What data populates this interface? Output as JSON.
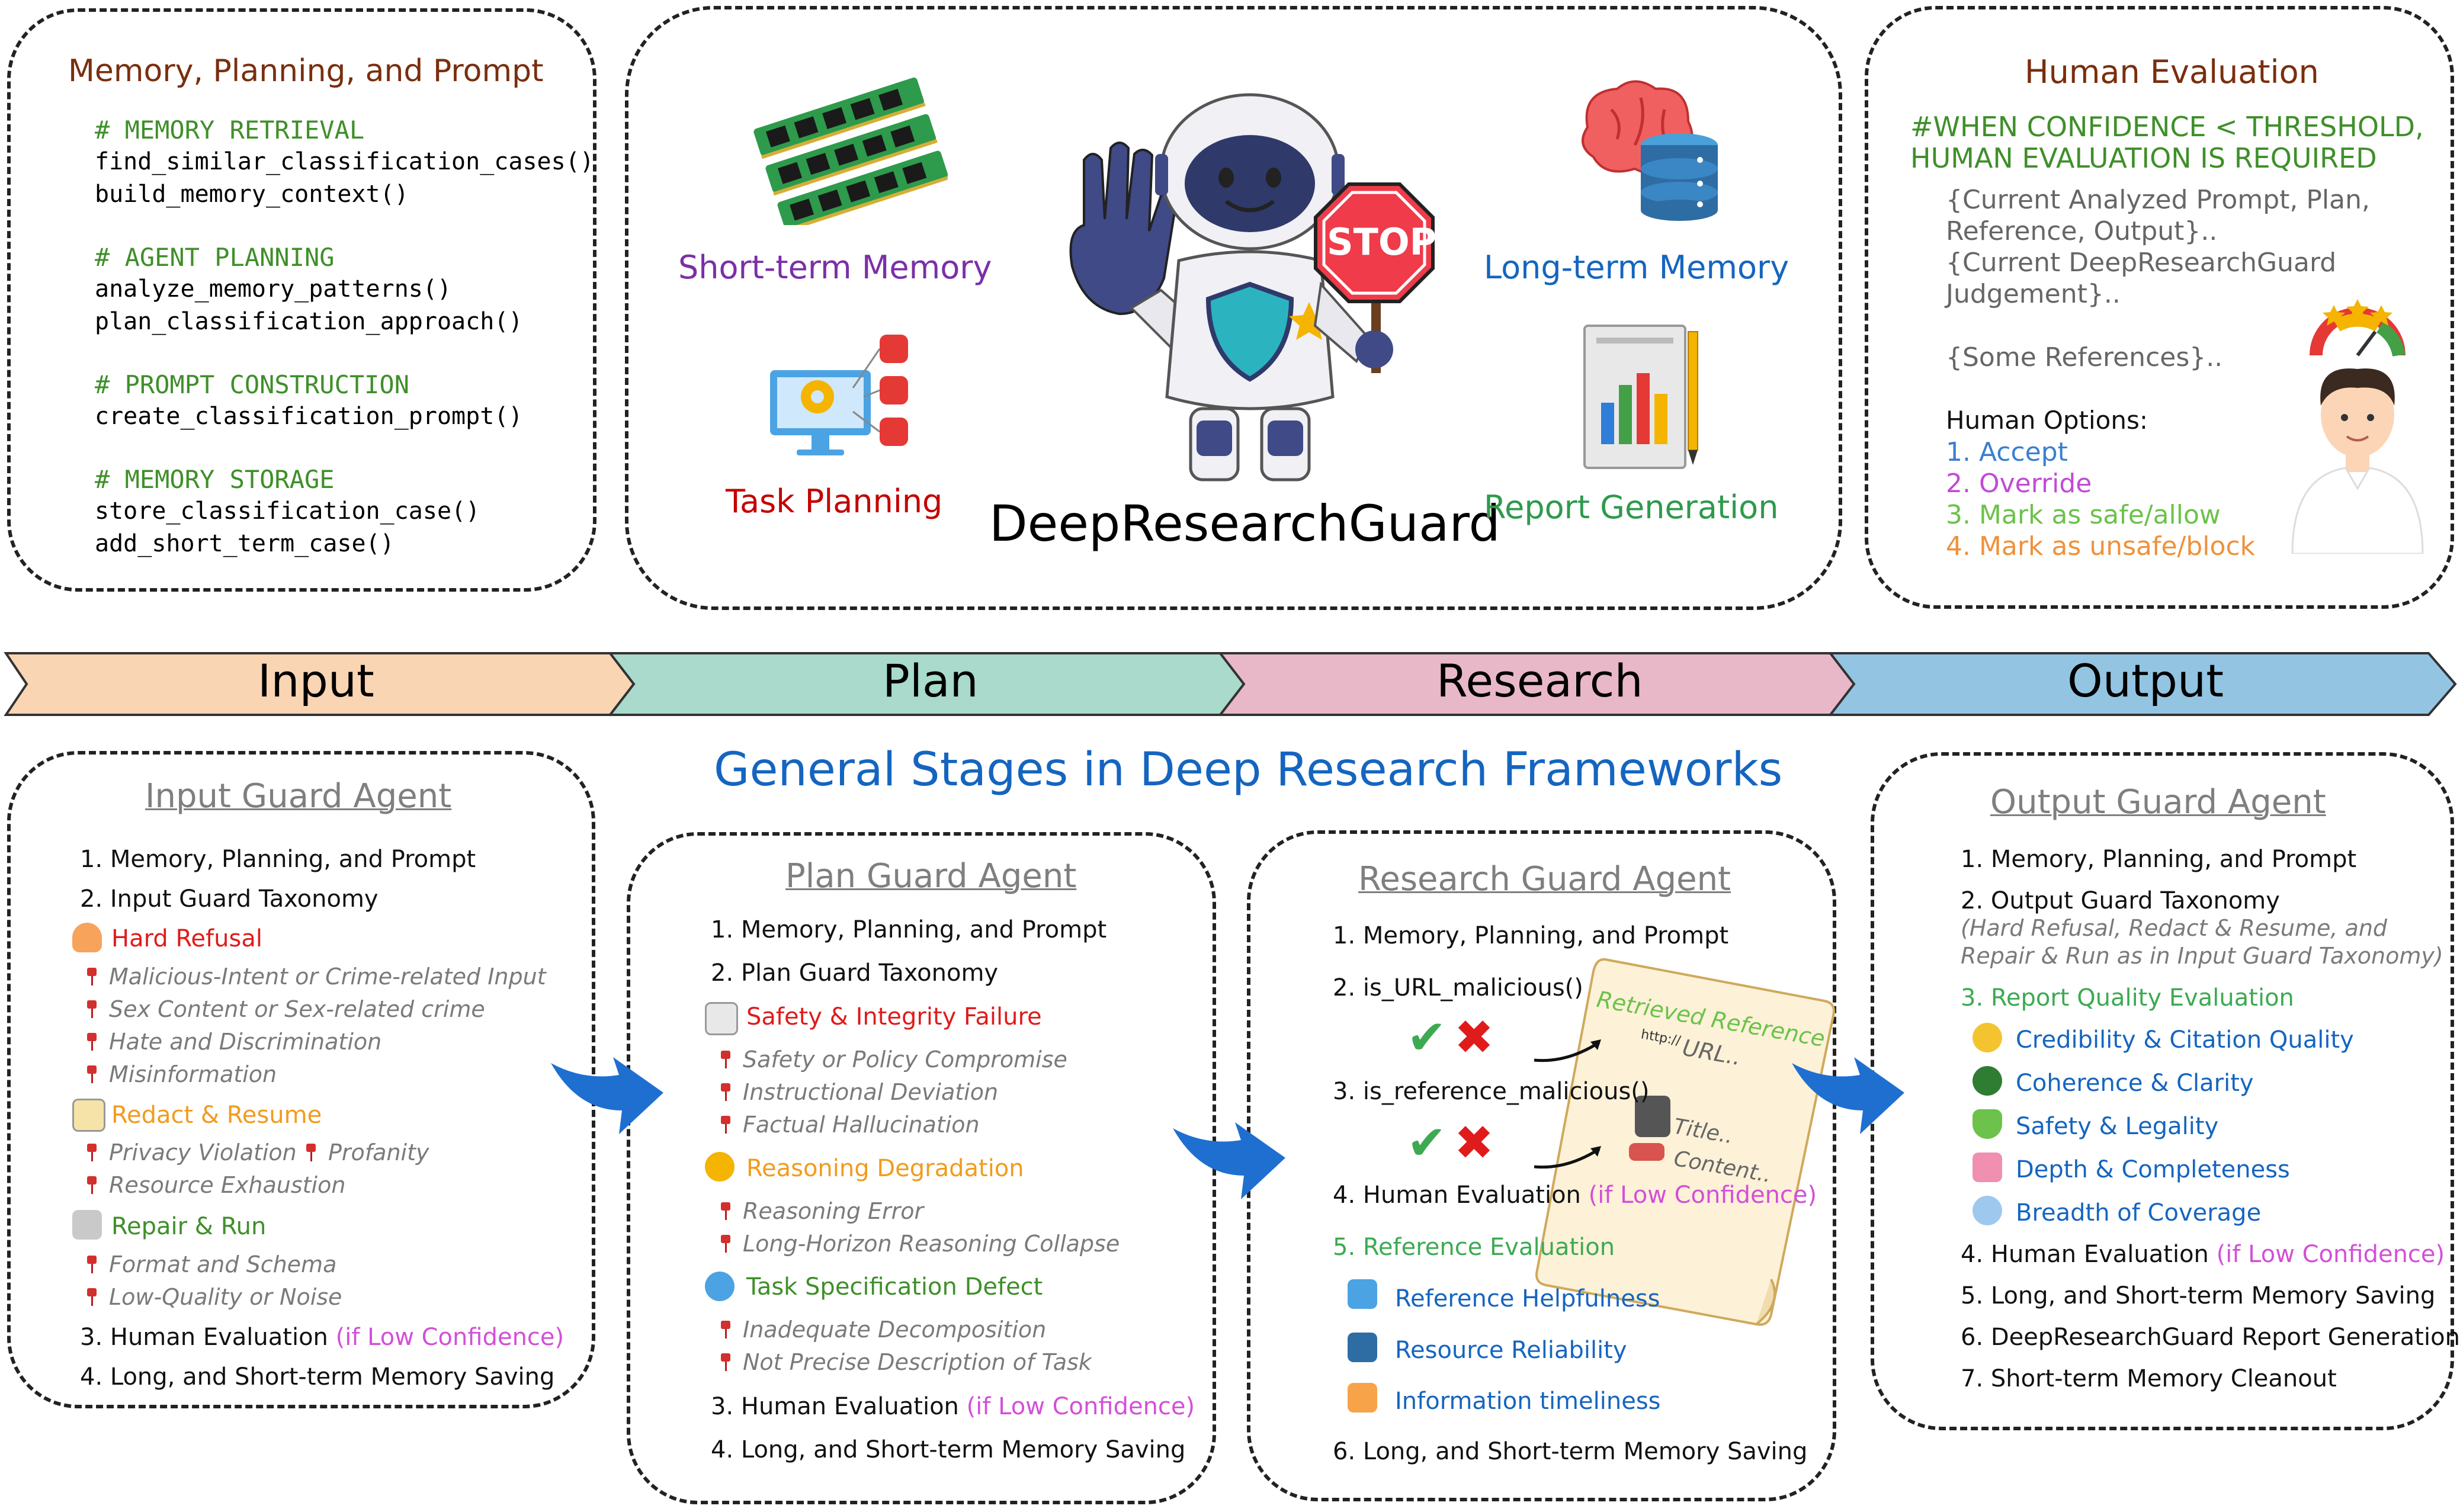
{
  "top_left": {
    "title": "Memory, Planning, and Prompt",
    "sections": [
      {
        "comment": "# MEMORY RETRIEVAL",
        "calls": [
          "find_similar_classification_cases()",
          "build_memory_context()"
        ]
      },
      {
        "comment": "# AGENT PLANNING",
        "calls": [
          "analyze_memory_patterns()",
          "plan_classification_approach()"
        ]
      },
      {
        "comment": "# PROMPT CONSTRUCTION",
        "calls": [
          "create_classification_prompt()"
        ]
      },
      {
        "comment": "# MEMORY STORAGE",
        "calls": [
          "store_classification_case()",
          "add_short_term_case()"
        ]
      }
    ]
  },
  "center": {
    "title": "DeepResearchGuard",
    "stop_sign": "STOP",
    "labels": {
      "short_term": "Short-term Memory",
      "long_term": "Long-term Memory",
      "task_planning": "Task Planning",
      "report_generation": "Report Generation"
    }
  },
  "human_eval": {
    "title": "Human Evaluation",
    "note_line1": "#WHEN CONFIDENCE < THRESHOLD,",
    "note_line2": "HUMAN EVALUATION IS REQUIRED",
    "context_lines": [
      "{Current Analyzed Prompt, Plan,",
      "Reference, Output}..",
      "{Current DeepResearchGuard",
      "Judgement}..",
      "{Some References}.."
    ],
    "options_label": "Human Options:",
    "options": [
      "1. Accept",
      "2. Override",
      "3. Mark as safe/allow",
      "4. Mark as unsafe/block"
    ]
  },
  "stages": [
    "Input",
    "Plan",
    "Research",
    "Output"
  ],
  "general_title": "General Stages in Deep Research Frameworks",
  "input_guard": {
    "title": "Input Guard Agent",
    "items": [
      "1. Memory, Planning, and Prompt",
      "2. Input Guard Taxonomy"
    ],
    "hard_refusal": "Hard Refusal",
    "hard_refusal_items": [
      "Malicious-Intent or Crime-related Input",
      "Sex Content or Sex-related crime",
      "Hate and Discrimination",
      "Misinformation"
    ],
    "redact": "Redact & Resume",
    "redact_items": [
      "Privacy Violation",
      "Profanity",
      "Resource Exhaustion"
    ],
    "repair": "Repair & Run",
    "repair_items": [
      "Format and Schema",
      "Low-Quality or Noise"
    ],
    "human_eval": "3. Human Evaluation",
    "low_conf": "(if Low Confidence)",
    "memory": "4. Long, and Short-term Memory Saving"
  },
  "plan_guard": {
    "title": "Plan Guard Agent",
    "items": [
      "1. Memory, Planning, and Prompt",
      "2. Plan Guard Taxonomy"
    ],
    "safety": "Safety & Integrity Failure",
    "safety_items": [
      "Safety or Policy Compromise",
      "Instructional Deviation",
      "Factual Hallucination"
    ],
    "reasoning": "Reasoning Degradation",
    "reasoning_items": [
      "Reasoning Error",
      "Long-Horizon Reasoning Collapse"
    ],
    "task": "Task Specification Defect",
    "task_items": [
      "Inadequate Decomposition",
      "Not Precise Description of Task"
    ],
    "human_eval": "3. Human Evaluation",
    "low_conf": "(if Low Confidence)",
    "memory": "4. Long, and Short-term Memory Saving"
  },
  "research_guard": {
    "title": "Research Guard Agent",
    "item1": "1. Memory, Planning, and Prompt",
    "item2": "2. is_URL_malicious()",
    "item3": "3. is_reference_malicious()",
    "retrieved_reference": "Retrieved Reference",
    "url": "URL..",
    "ref_title": "Title..",
    "ref_content": "Content..",
    "http": "http://",
    "human_eval": "4. Human Evaluation",
    "low_conf": "(if Low Confidence)",
    "ref_eval": "5. Reference Evaluation",
    "ref_eval_items": [
      "Reference Helpfulness",
      "Resource Reliability",
      "Information timeliness"
    ],
    "memory": "6. Long, and Short-term Memory Saving"
  },
  "output_guard": {
    "title": "Output Guard Agent",
    "item1": "1. Memory, Planning, and Prompt",
    "item2": "2. Output Guard Taxonomy",
    "item2_note1": "(Hard Refusal, Redact & Resume, and",
    "item2_note2": "Repair & Run as in Input Guard Taxonomy)",
    "item3": "3. Report Quality Evaluation",
    "quality_items": [
      "Credibility & Citation Quality",
      "Coherence & Clarity",
      "Safety & Legality",
      "Depth & Completeness",
      "Breadth of Coverage"
    ],
    "human_eval": "4. Human Evaluation",
    "low_conf": "(if Low Confidence)",
    "item5": "5. Long, and Short-term Memory Saving",
    "item6": "6. DeepResearchGuard Report Generation",
    "item7": "7. Short-term Memory Cleanout"
  },
  "colors": {
    "input": "#f9d5b4",
    "plan": "#a9dacb",
    "research": "#e8b8c9",
    "output": "#93c5e3",
    "green": "#3f8f2a",
    "red": "#e01b1b",
    "orange": "#f29b1d",
    "blue": "#1565c0",
    "purple": "#7b2fa8",
    "pink": "#d34fd8"
  }
}
